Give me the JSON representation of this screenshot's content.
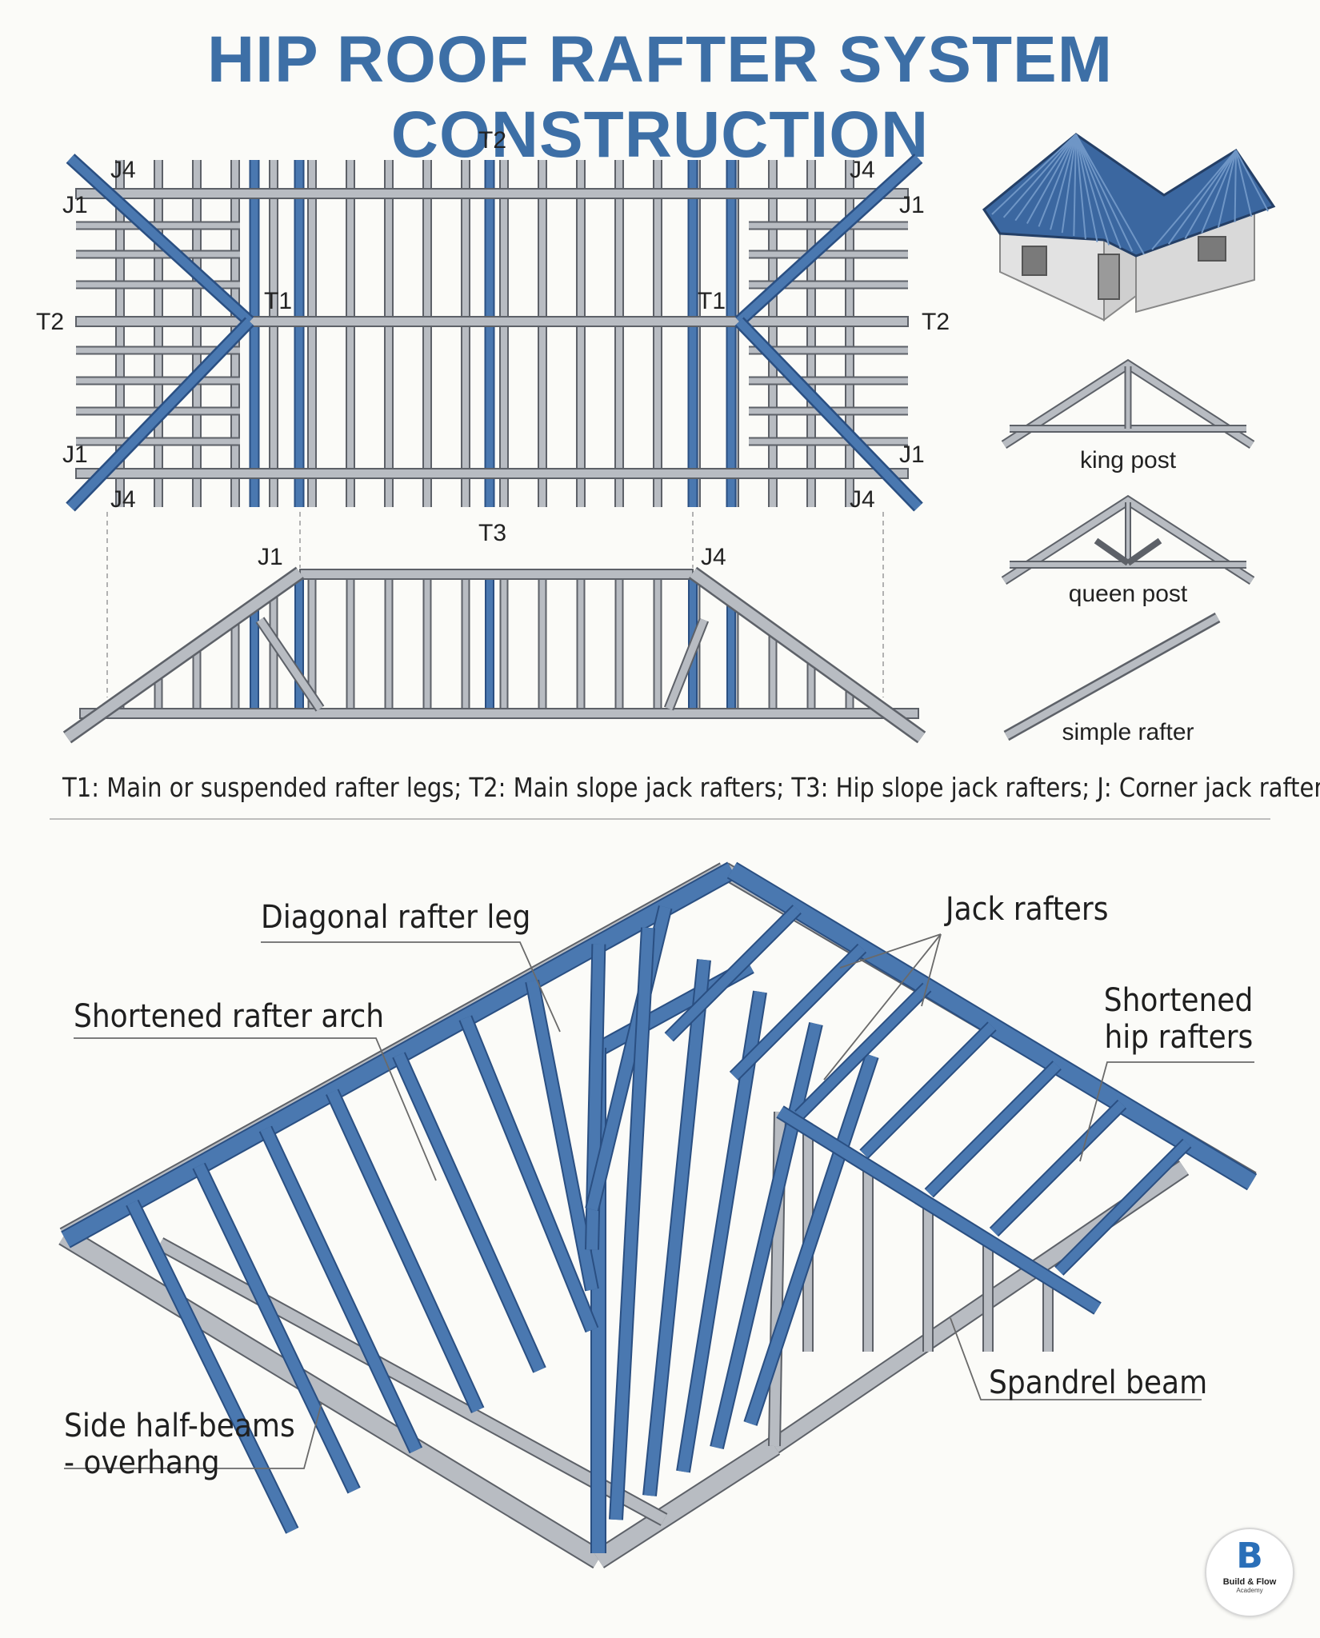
{
  "title": "HIP ROOF RAFTER SYSTEM CONSTRUCTION",
  "plan_labels": {
    "t2_top": "T2",
    "t2_left": "T2",
    "t2_right": "T2",
    "t1_left": "T1",
    "t1_right": "T1",
    "j4_tl": "J4",
    "j4_tr": "J4",
    "j4_bl": "J4",
    "j4_br": "J4",
    "j1_tl": "J1",
    "j1_tr": "J1",
    "j1_bl": "J1",
    "j1_br": "J1",
    "t3_bottom": "T3"
  },
  "elevation_labels": {
    "j1": "J1",
    "j4": "J4"
  },
  "truss_types": {
    "king_post": "king post",
    "queen_post": "queen post",
    "simple_rafter": "simple rafter"
  },
  "legend": "T1: Main or suspended rafter legs; T2: Main slope jack rafters; T3: Hip slope jack rafters; J: Corner jack rafters",
  "callouts": {
    "diagonal_rafter_leg": "Diagonal rafter leg",
    "jack_rafters": "Jack rafters",
    "shortened_rafter_arch": "Shortened rafter arch",
    "shortened_hip_rafters_1": "Shortened",
    "shortened_hip_rafters_2": "hip rafters",
    "spandrel_beam": "Spandrel beam",
    "side_half_beams_1": "Side half-beams",
    "side_half_beams_2": "- overhang"
  },
  "logo": {
    "name": "Build & Flow",
    "sub": "Academy",
    "mark": "B"
  },
  "colors": {
    "blue": "#4a78b0",
    "blue_dark": "#2a4f82",
    "grey": "#b8bcc2",
    "grey_dark": "#5d6168",
    "title": "#3d6fa6"
  }
}
